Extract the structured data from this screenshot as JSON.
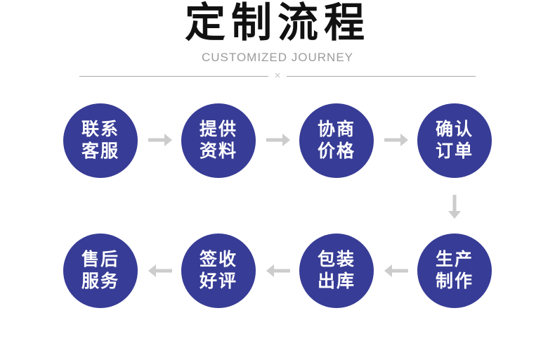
{
  "header": {
    "title": "定制流程",
    "subtitle": "CUSTOMIZED JOURNEY",
    "divider_symbol": "×"
  },
  "flow": {
    "row1": {
      "direction": "left-to-right",
      "steps": [
        {
          "label": "联系客服",
          "line1": "联系",
          "line2": "客服"
        },
        {
          "label": "提供资料",
          "line1": "提供",
          "line2": "资料"
        },
        {
          "label": "协商价格",
          "line1": "协商",
          "line2": "价格"
        },
        {
          "label": "确认订单",
          "line1": "确认",
          "line2": "订单"
        }
      ]
    },
    "row1_to_row2_connector": "down",
    "row2": {
      "direction": "right-to-left",
      "steps": [
        {
          "label": "生产制作",
          "line1": "生产",
          "line2": "制作"
        },
        {
          "label": "包装出库",
          "line1": "包装",
          "line2": "出库"
        },
        {
          "label": "签收好评",
          "line1": "签收",
          "line2": "好评"
        },
        {
          "label": "售后服务",
          "line1": "售后",
          "line2": "服务"
        }
      ]
    }
  },
  "colors": {
    "step_circle": "#373c96",
    "step_text": "#ffffff",
    "arrow": "#cccccc",
    "title": "#111111",
    "subtitle": "#9b9b9b",
    "divider_line": "#a9a9a9",
    "divider_symbol": "#c4c4c4"
  }
}
